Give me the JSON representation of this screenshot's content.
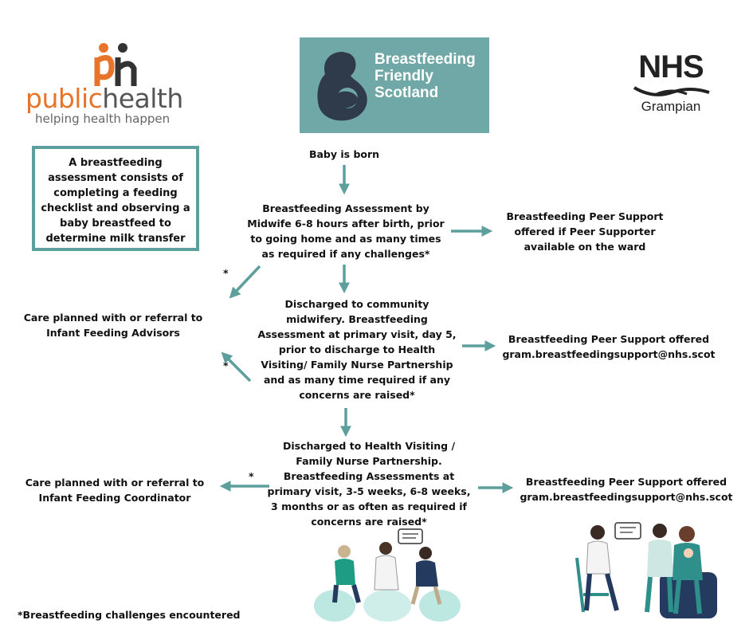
{
  "logos": {
    "public_health": {
      "part1": "public",
      "part2": "health",
      "tagline": "helping health happen"
    },
    "bfs": {
      "line1": "Breastfeeding",
      "line2": "Friendly",
      "line3": "Scotland"
    },
    "nhs": {
      "word": "NHS",
      "sub": "Grampian"
    }
  },
  "info_box": {
    "lines": [
      "A breastfeeding",
      "assessment consists of",
      "completing a feeding",
      "checklist and observing a",
      "baby breastfeed to",
      "determine milk transfer"
    ]
  },
  "flow": {
    "baby_born": "Baby is born",
    "assessment1": [
      "Breastfeeding Assessment by",
      "Midwife 6-8 hours after birth, prior",
      "to going home and as many times",
      "as required if any challenges*"
    ],
    "peer1": [
      "Breastfeeding Peer Support",
      "offered if Peer Supporter",
      "available on the ward"
    ],
    "care1": [
      "Care planned with or referral to",
      "Infant Feeding Advisors"
    ],
    "discharge1": [
      "Discharged to community",
      "midwifery. Breastfeeding",
      "Assessment at primary visit, day 5,",
      "prior to discharge to Health",
      "Visiting/  Family Nurse Partnership",
      "and as many time required if any",
      "concerns are raised*"
    ],
    "peer2": [
      "Breastfeeding Peer Support offered",
      "gram.breastfeedingsupport@nhs.scot"
    ],
    "care2": [
      "Care planned with or referral to",
      "Infant Feeding Coordinator"
    ],
    "discharge2": [
      "Discharged to Health Visiting /",
      "Family Nurse Partnership.",
      "Breastfeeding Assessments at",
      "primary visit, 3-5 weeks, 6-8 weeks,",
      "3 months or as often as required if",
      "concerns are raised*"
    ],
    "peer3": [
      "Breastfeeding Peer Support offered",
      "gram.breastfeedingsupport@nhs.scot"
    ],
    "star": "*"
  },
  "footnote": "*Breastfeeding challenges encountered",
  "colors": {
    "teal": "#5d9f9c",
    "orange": "#e8742a",
    "bfs_bg": "#6fa8a6"
  }
}
